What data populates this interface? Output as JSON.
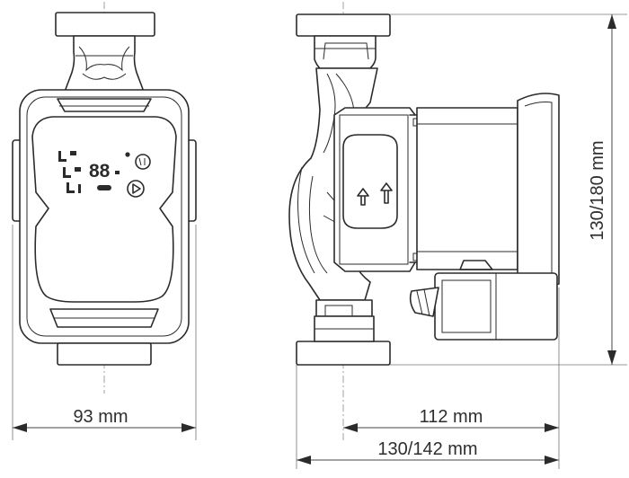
{
  "dimensions": {
    "width": "93 mm",
    "motor_length": "112 mm",
    "overall_length": "130/142 mm",
    "height": "130/180 mm"
  },
  "display": {
    "digits": "88",
    "icon_names": [
      "speed-level-icon",
      "play-icon",
      "constant-pressure-icon"
    ]
  }
}
